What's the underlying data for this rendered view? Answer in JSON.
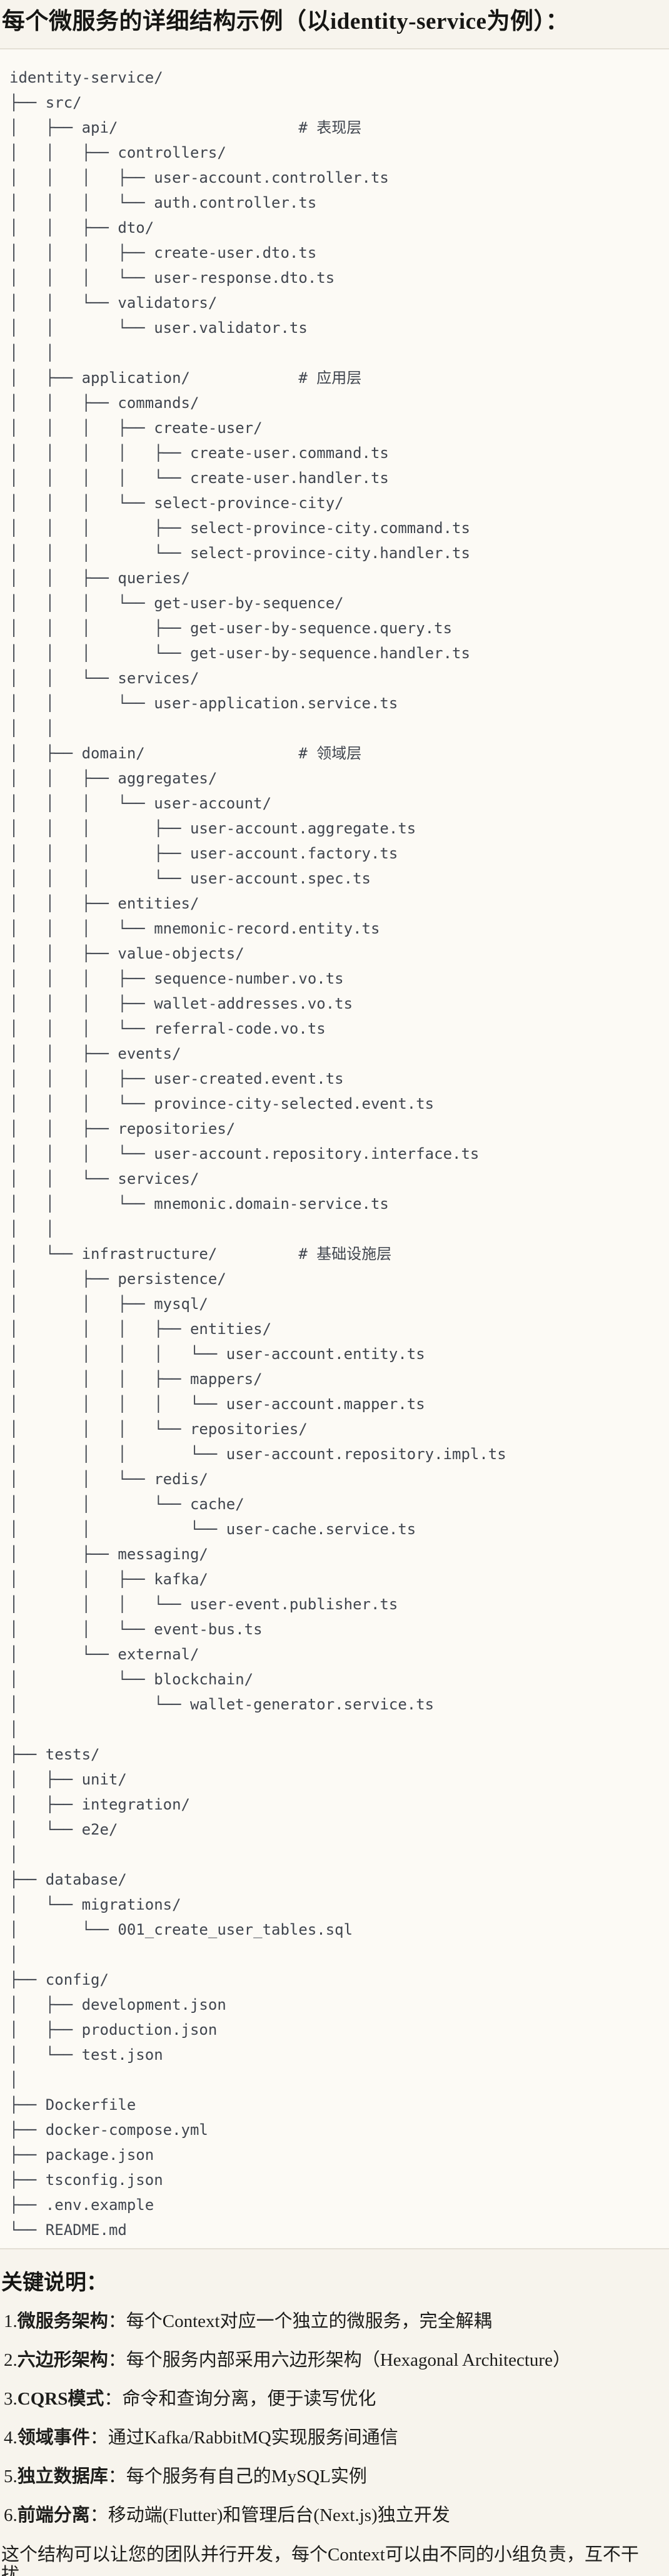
{
  "page": {
    "title": "每个微服务的详细结构示例（以identity-service为例）："
  },
  "code_block": {
    "lines": [
      "identity-service/",
      "├── src/",
      "│   ├── api/                    # 表现层",
      "│   │   ├── controllers/",
      "│   │   │   ├── user-account.controller.ts",
      "│   │   │   └── auth.controller.ts",
      "│   │   ├── dto/",
      "│   │   │   ├── create-user.dto.ts",
      "│   │   │   └── user-response.dto.ts",
      "│   │   └── validators/",
      "│   │       └── user.validator.ts",
      "│   │",
      "│   ├── application/            # 应用层",
      "│   │   ├── commands/",
      "│   │   │   ├── create-user/",
      "│   │   │   │   ├── create-user.command.ts",
      "│   │   │   │   └── create-user.handler.ts",
      "│   │   │   └── select-province-city/",
      "│   │   │       ├── select-province-city.command.ts",
      "│   │   │       └── select-province-city.handler.ts",
      "│   │   ├── queries/",
      "│   │   │   └── get-user-by-sequence/",
      "│   │   │       ├── get-user-by-sequence.query.ts",
      "│   │   │       └── get-user-by-sequence.handler.ts",
      "│   │   └── services/",
      "│   │       └── user-application.service.ts",
      "│   │",
      "│   ├── domain/                 # 领域层",
      "│   │   ├── aggregates/",
      "│   │   │   └── user-account/",
      "│   │   │       ├── user-account.aggregate.ts",
      "│   │   │       ├── user-account.factory.ts",
      "│   │   │       └── user-account.spec.ts",
      "│   │   ├── entities/",
      "│   │   │   └── mnemonic-record.entity.ts",
      "│   │   ├── value-objects/",
      "│   │   │   ├── sequence-number.vo.ts",
      "│   │   │   ├── wallet-addresses.vo.ts",
      "│   │   │   └── referral-code.vo.ts",
      "│   │   ├── events/",
      "│   │   │   ├── user-created.event.ts",
      "│   │   │   └── province-city-selected.event.ts",
      "│   │   ├── repositories/",
      "│   │   │   └── user-account.repository.interface.ts",
      "│   │   └── services/",
      "│   │       └── mnemonic.domain-service.ts",
      "│   │",
      "│   └── infrastructure/         # 基础设施层",
      "│       ├── persistence/",
      "│       │   ├── mysql/",
      "│       │   │   ├── entities/",
      "│       │   │   │   └── user-account.entity.ts",
      "│       │   │   ├── mappers/",
      "│       │   │   │   └── user-account.mapper.ts",
      "│       │   │   └── repositories/",
      "│       │   │       └── user-account.repository.impl.ts",
      "│       │   └── redis/",
      "│       │       └── cache/",
      "│       │           └── user-cache.service.ts",
      "│       ├── messaging/",
      "│       │   ├── kafka/",
      "│       │   │   └── user-event.publisher.ts",
      "│       │   └── event-bus.ts",
      "│       └── external/",
      "│           └── blockchain/",
      "│               └── wallet-generator.service.ts",
      "│",
      "├── tests/",
      "│   ├── unit/",
      "│   ├── integration/",
      "│   └── e2e/",
      "│",
      "├── database/",
      "│   └── migrations/",
      "│       └── 001_create_user_tables.sql",
      "│",
      "├── config/",
      "│   ├── development.json",
      "│   ├── production.json",
      "│   └── test.json",
      "│",
      "├── Dockerfile",
      "├── docker-compose.yml",
      "├── package.json",
      "├── tsconfig.json",
      "├── .env.example",
      "└── README.md"
    ]
  },
  "notes": {
    "heading": "关键说明：",
    "items": [
      {
        "num": "1.",
        "label": "微服务架构",
        "sep": "：",
        "text": "每个Context对应一个独立的微服务，完全解耦"
      },
      {
        "num": "2.",
        "label": "六边形架构",
        "sep": "：",
        "text": "每个服务内部采用六边形架构（Hexagonal Architecture）"
      },
      {
        "num": "3.",
        "label": "CQRS模式",
        "sep": "：",
        "text": "命令和查询分离，便于读写优化"
      },
      {
        "num": "4.",
        "label": "领域事件",
        "sep": "：",
        "text": "通过Kafka/RabbitMQ实现服务间通信"
      },
      {
        "num": "5.",
        "label": "独立数据库",
        "sep": "：",
        "text": "每个服务有自己的MySQL实例"
      },
      {
        "num": "6.",
        "label": "前端分离",
        "sep": "：",
        "text": "移动端(Flutter)和管理后台(Next.js)独立开发"
      }
    ],
    "footer": "这个结构可以让您的团队并行开发，每个Context可以由不同的小组负责，互不干扰。"
  },
  "colors": {
    "page_bg": "#f7f4ed",
    "code_bg": "#fcfaf5",
    "border": "#e3dfd5",
    "code_text": "#40454e",
    "text": "#1d1d1b"
  }
}
